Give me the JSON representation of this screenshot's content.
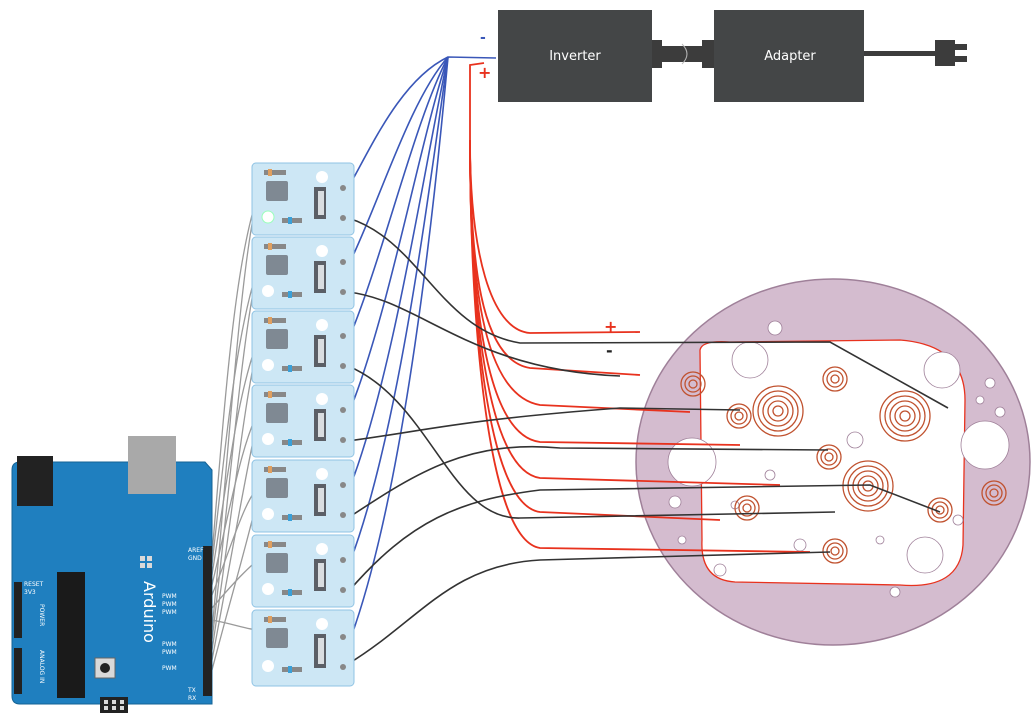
{
  "power": {
    "inverter_label": "Inverter",
    "adapter_label": "Adapter",
    "neg_sign": "-",
    "pos_sign": "+"
  },
  "board": {
    "name": "Arduino",
    "aref": "AREF",
    "gnd": "GND",
    "pwm": "PWM",
    "tx": "TX",
    "rx": "RX",
    "reset": "RESET",
    "v33": "3V3",
    "power_label": "POWER",
    "analog_in": "ANALOG IN"
  },
  "load": {
    "pos_sign": "+",
    "neg_sign": "-"
  },
  "colors": {
    "red_wire": "#e8321e",
    "blue_wire": "#3a57b8",
    "grey_wire": "#9a9a9a",
    "black_wire": "#333333",
    "module_bg": "#cde7f5",
    "board_blue": "#1f7fbf",
    "disc_fill": "#d4bccf",
    "coil": "#c0522f"
  }
}
